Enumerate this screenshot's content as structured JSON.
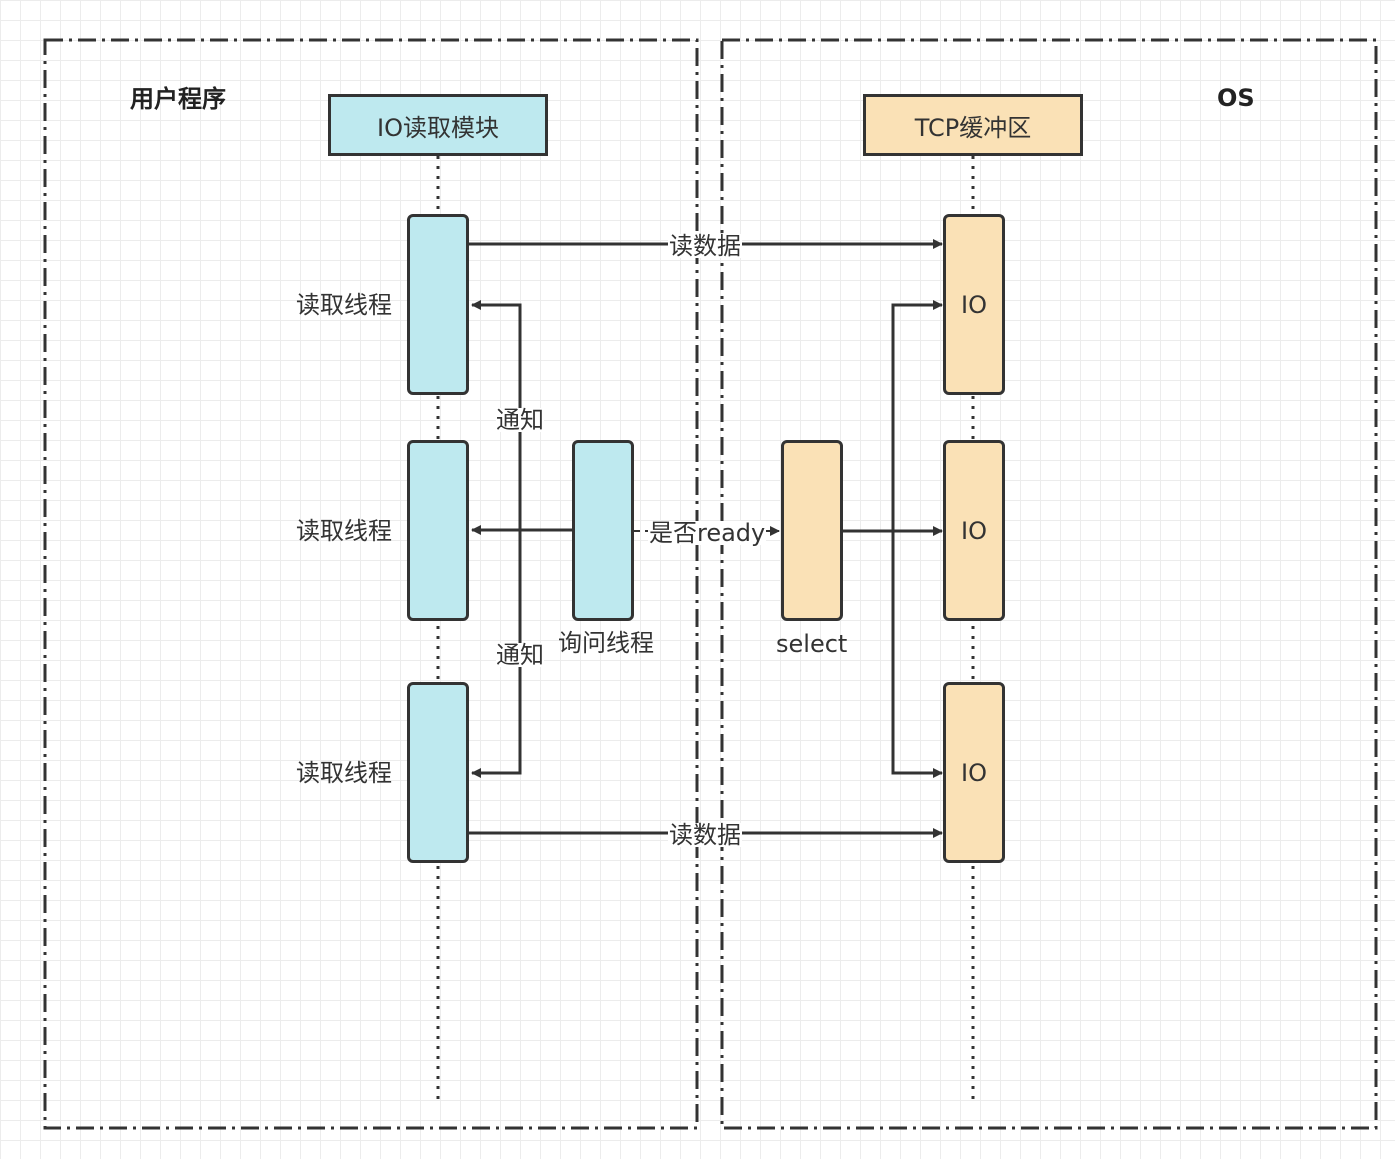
{
  "colors": {
    "user_fill": "#bee9ef",
    "os_fill": "#fae1b6",
    "stroke": "#333333"
  },
  "regions": {
    "user": {
      "title": "用户程序"
    },
    "os": {
      "title": "OS"
    }
  },
  "modules": {
    "io_read": {
      "label": "IO读取模块"
    },
    "tcp_buffer": {
      "label": "TCP缓冲区"
    }
  },
  "threads": {
    "read_thread_1": {
      "label": "读取线程"
    },
    "read_thread_2": {
      "label": "读取线程"
    },
    "read_thread_3": {
      "label": "读取线程"
    },
    "query_thread": {
      "label": "询问线程"
    }
  },
  "os_blocks": {
    "io_1": {
      "label": "IO"
    },
    "io_2": {
      "label": "IO"
    },
    "io_3": {
      "label": "IO"
    },
    "select": {
      "label": "select"
    }
  },
  "edges": {
    "read_data_top": {
      "label": "读数据"
    },
    "read_data_bottom": {
      "label": "读数据"
    },
    "is_ready": {
      "label": "是否ready"
    },
    "notify_top": {
      "label": "通知"
    },
    "notify_bottom": {
      "label": "通知"
    }
  }
}
